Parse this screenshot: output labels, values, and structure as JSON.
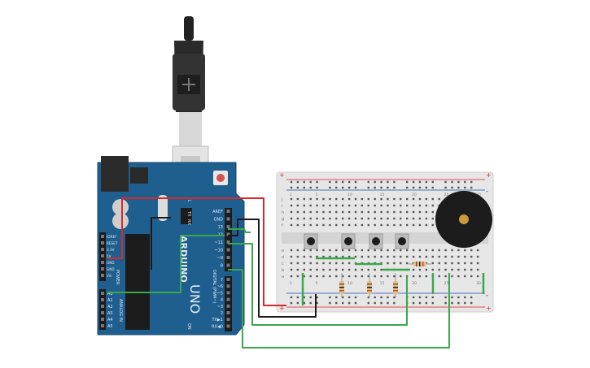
{
  "arduino": {
    "brand": "ARDUINO",
    "model": "UNO",
    "on_label": "ON",
    "l_label": "L",
    "tx_label": "TX",
    "rx_label": "RX",
    "power_header_label": "POWER",
    "analog_header_label": "ANALOG IN",
    "digital_header_label": "DIGITAL (PWM~)",
    "power_pins": [
      "IOREF",
      "RESET",
      "3.3V",
      "5V",
      "GND",
      "GND",
      "Vin"
    ],
    "analog_pins": [
      "A0",
      "A1",
      "A2",
      "A3",
      "A4",
      "A5"
    ],
    "digital_pins_top": [
      "AREF",
      "GND",
      "13",
      "12",
      "~11",
      "~10",
      "~9",
      "8"
    ],
    "digital_pins_bottom": [
      "7",
      "~6",
      "~5",
      "4",
      "~3",
      "2",
      "TX▶1",
      "RX◀0"
    ]
  },
  "breadboard": {
    "row_letters_top": [
      "j",
      "i",
      "h",
      "g",
      "f"
    ],
    "row_letters_bottom": [
      "e",
      "d",
      "c",
      "b",
      "a"
    ],
    "column_numbers": [
      "1",
      "5",
      "10",
      "15",
      "20",
      "25",
      "30"
    ],
    "rail_plus": "+",
    "rail_minus": "-"
  },
  "components": {
    "buttons": 4,
    "resistors": 4,
    "buzzer": 1
  },
  "colors": {
    "board_blue": "#1f5f8f",
    "wire_red": "#d42a2a",
    "wire_black": "#1a1a1a",
    "wire_green": "#3aa84a",
    "breadboard": "#e6e6e6",
    "buzzer": "#1c1c1c"
  }
}
